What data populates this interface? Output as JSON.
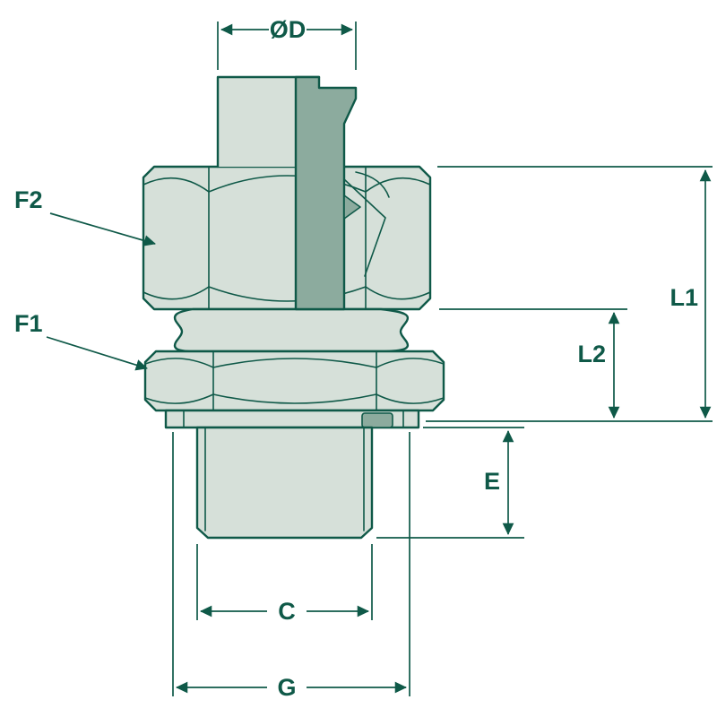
{
  "drawing": {
    "labels": {
      "od": "ØD",
      "f2": "F2",
      "f1": "F1",
      "l1": "L1",
      "l2": "L2",
      "e": "E",
      "c": "C",
      "g": "G"
    },
    "colors": {
      "line": "#0f5948",
      "fill_light": "#d6e0d9",
      "fill_section": "#8cab9e",
      "background": "#ffffff"
    }
  }
}
